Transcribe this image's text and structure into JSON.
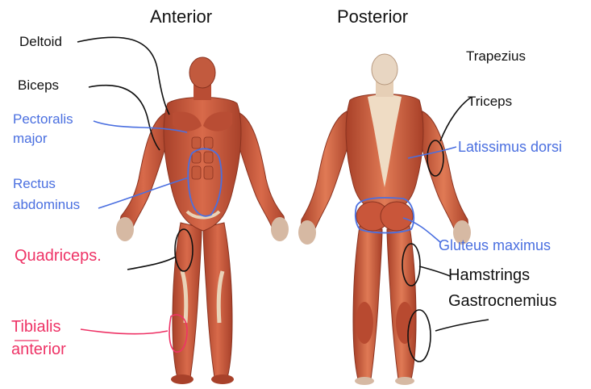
{
  "titles": {
    "anterior": "Anterior",
    "posterior": "Posterior"
  },
  "labels": {
    "deltoid": "Deltoid",
    "biceps": "Biceps",
    "pectoralis_line1": "Pectoralis",
    "pectoralis_line2": "major",
    "rectus_line1": "Rectus",
    "rectus_line2": "abdominus",
    "quadriceps": "Quadriceps.",
    "tibialis_line1": "Tibialis",
    "tibialis_line2": "anterior",
    "trapezius": "Trapezius",
    "triceps": "Triceps",
    "latissimus": "Latissimus dorsi",
    "gluteus": "Gluteus maximus",
    "hamstrings": "Hamstrings",
    "gastrocnemius": "Gastrocnemius"
  },
  "colors": {
    "black_ink": "#111111",
    "blue_ink": "#4a6fe0",
    "red_ink": "#ee3366",
    "muscle": "#c9563a",
    "muscle_dark": "#9c3a24",
    "tendon": "#e9d3b8",
    "background": "#ffffff"
  }
}
